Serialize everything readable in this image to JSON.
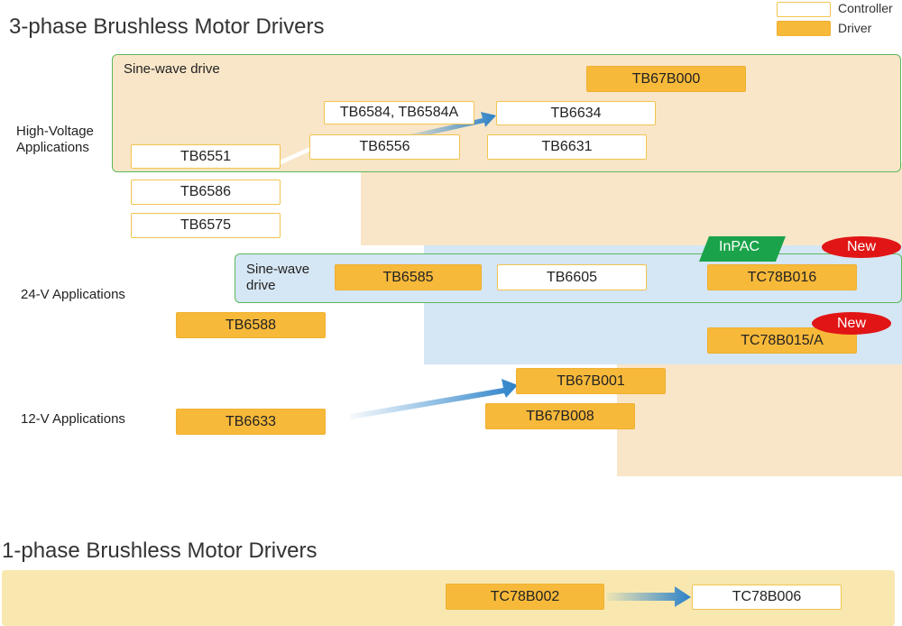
{
  "titles": {
    "three_phase": "3-phase Brushless Motor Drivers",
    "one_phase": "1-phase Brushless Motor Drivers"
  },
  "legend": {
    "controller": "Controller",
    "driver": "Driver"
  },
  "categories": {
    "high_voltage": "High-Voltage\nApplications",
    "v24": "24-V Applications",
    "v12": "12-V Applications"
  },
  "groups": {
    "sine_hv": "Sine-wave drive",
    "sine_24": "Sine-wave\ndrive"
  },
  "badges": {
    "inpac": "InPAC",
    "new1": "New",
    "new2": "New"
  },
  "parts": {
    "tb67b000": "TB67B000",
    "tb6584": "TB6584, TB6584A",
    "tb6634": "TB6634",
    "tb6551": "TB6551",
    "tb6556": "TB6556",
    "tb6631": "TB6631",
    "tb6586": "TB6586",
    "tb6575": "TB6575",
    "tb6585": "TB6585",
    "tb6605": "TB6605",
    "tc78b016": "TC78B016",
    "tb6588": "TB6588",
    "tc78b015": "TC78B015/A",
    "tb67b001": "TB67B001",
    "tb67b008": "TB67B008",
    "tb6633": "TB6633",
    "tc78b002": "TC78B002",
    "tc78b006": "TC78B006"
  },
  "colors": {
    "driver": "#f7b93a",
    "controller_border": "#f2c44f",
    "group_border": "#5cb85c",
    "new_badge": "#e11515",
    "inpac": "#1aa34a"
  }
}
